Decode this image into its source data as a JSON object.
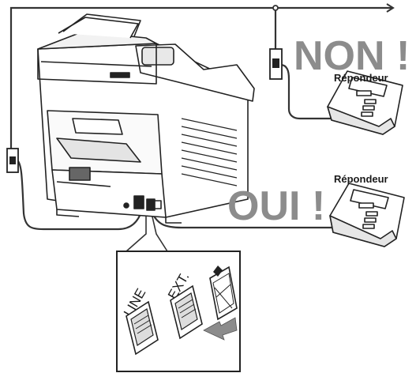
{
  "labels": {
    "non": "NON !",
    "oui": "OUI !",
    "answering_machine_top": "Répondeur",
    "answering_machine_bottom": "Répondeur"
  },
  "ports": {
    "line": "LINE",
    "ext": "EXT."
  },
  "icons": {
    "wall_jack_left": "phone-wall-jack-icon",
    "wall_jack_right": "phone-wall-jack-icon",
    "arrow": "insert-arrow-icon"
  }
}
